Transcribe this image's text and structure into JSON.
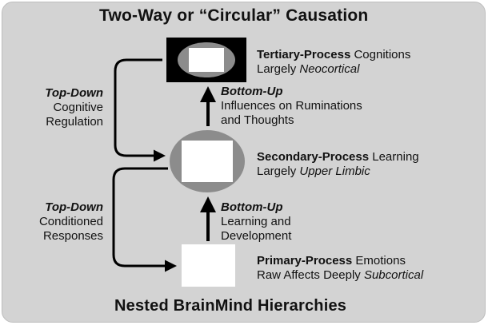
{
  "title": "Two-Way or “Circular” Causation",
  "footer": "Nested BrainMind Hierarchies",
  "tertiary": {
    "bold": "Tertiary-Process",
    "rest": " Cognitions",
    "line2_a": "Largely ",
    "line2_b": "Neocortical"
  },
  "secondary": {
    "bold": "Secondary-Process",
    "rest": " Learning",
    "line2_a": "Largely ",
    "line2_b": "Upper Limbic"
  },
  "primary": {
    "bold": "Primary-Process",
    "rest": " Emotions",
    "line2_a": "Raw Affects Deeply ",
    "line2_b": "Subcortical"
  },
  "bottom_up_upper": {
    "head": "Bottom-Up",
    "line1": "Influences on Ruminations",
    "line2": "and Thoughts"
  },
  "bottom_up_lower": {
    "head": "Bottom-Up",
    "line1": "Learning and",
    "line2": "Development"
  },
  "top_down_upper": {
    "head": "Top-Down",
    "line1": "Cognitive",
    "line2": "Regulation"
  },
  "top_down_lower": {
    "head": "Top-Down",
    "line1": "Conditioned",
    "line2": "Responses"
  },
  "colors": {
    "panel": "#d3d3d3",
    "ellipse": "#8c8c8c",
    "black_box": "#000000",
    "white": "#ffffff"
  }
}
